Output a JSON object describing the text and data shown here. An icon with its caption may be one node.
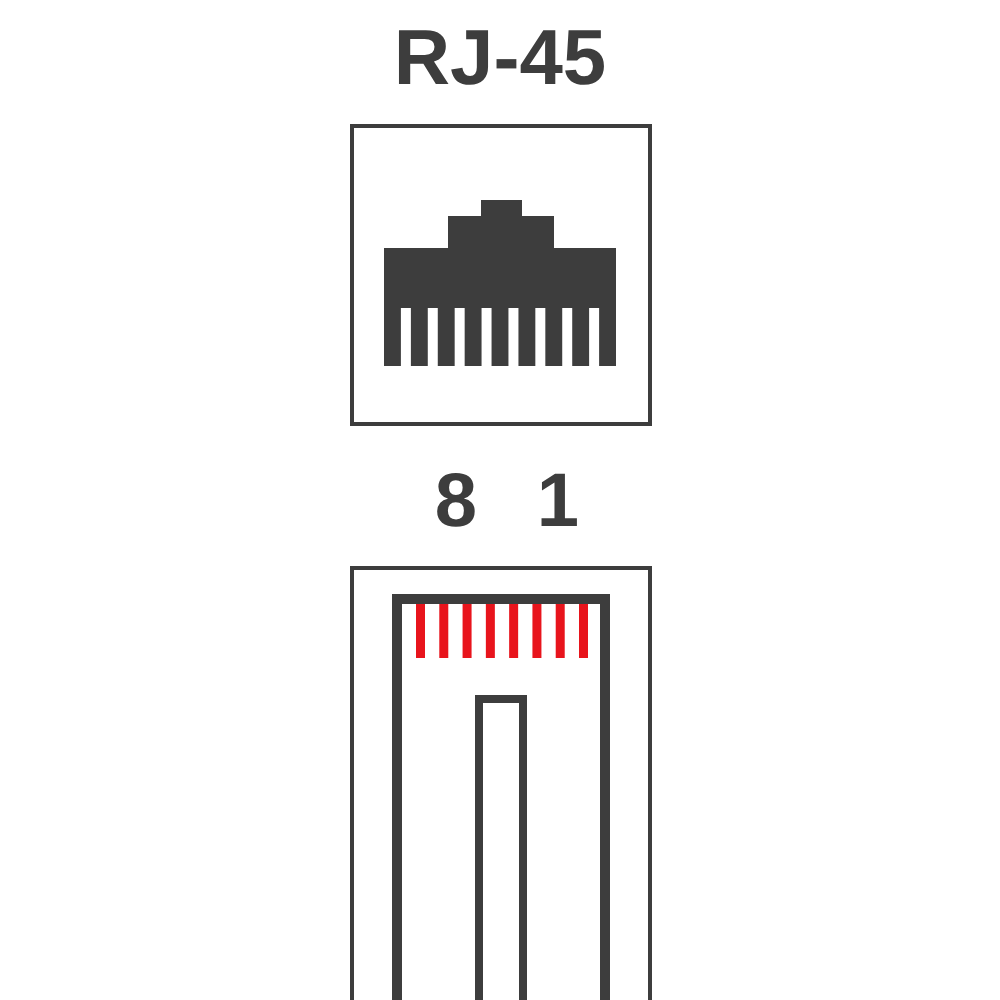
{
  "diagram": {
    "title": "RJ-45",
    "labels": [
      "8",
      "1"
    ]
  }
}
